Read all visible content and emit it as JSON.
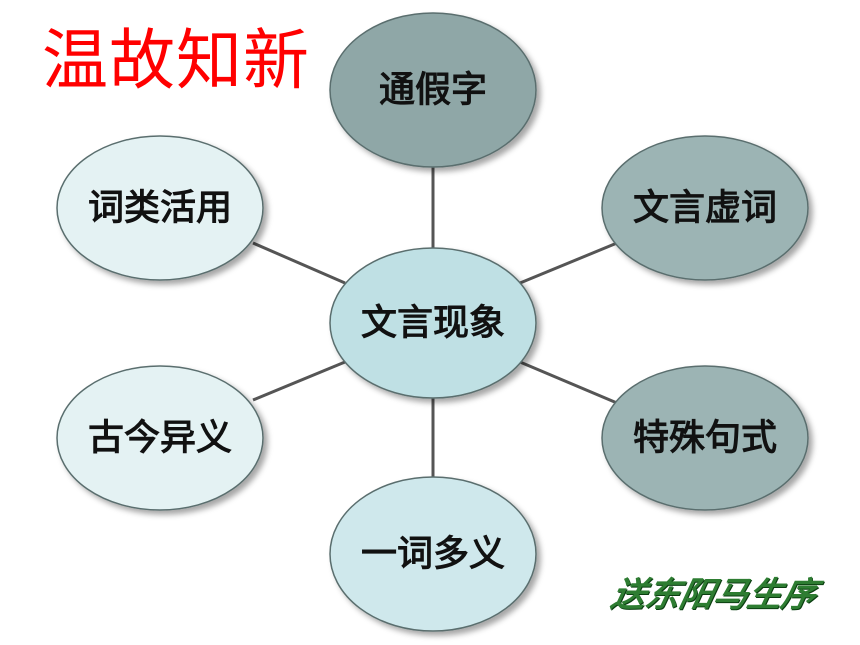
{
  "title": "温故知新",
  "signature": "送东阳马生序",
  "colors": {
    "title": "#ff0000",
    "signature": "#2e7d32",
    "connector": "#555555",
    "node_stroke": "#5a6e6e",
    "center_fill": "#bfe0e4",
    "top_fill": "#8fa7a7",
    "right_fill": "#9cb4b4",
    "left_fill": "#e4f2f3",
    "bottom_fill": "#cfe8ec"
  },
  "center": {
    "label": "文言现象"
  },
  "nodes": [
    {
      "id": "tongjiazi",
      "label": "通假字"
    },
    {
      "id": "wenyan-xuci",
      "label": "文言虚词"
    },
    {
      "id": "teshu-jushi",
      "label": "特殊句式"
    },
    {
      "id": "yici-duoyi",
      "label": "一词多义"
    },
    {
      "id": "gujin-yiyi",
      "label": "古今异义"
    },
    {
      "id": "cilei-huoyong",
      "label": "词类活用"
    }
  ]
}
